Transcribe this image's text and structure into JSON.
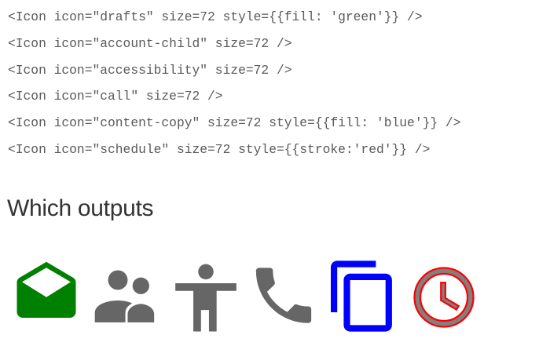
{
  "code_lines": [
    "<Icon icon=\"drafts\" size=72 style={{fill: 'green'}} />",
    "<Icon icon=\"account-child\" size=72 />",
    "<Icon icon=\"accessibility\" size=72 />",
    "<Icon icon=\"call\" size=72 />",
    "<Icon icon=\"content-copy\" size=72 style={{fill: 'blue'}} />",
    "<Icon icon=\"schedule\" size=72 style={{stroke:'red'}} />"
  ],
  "heading": "Which outputs",
  "icons": [
    {
      "name": "drafts",
      "fill": "#008000"
    },
    {
      "name": "account-child",
      "fill": "#666666"
    },
    {
      "name": "accessibility",
      "fill": "#666666"
    },
    {
      "name": "call",
      "fill": "#666666"
    },
    {
      "name": "content-copy",
      "fill": "#0000ff"
    },
    {
      "name": "schedule",
      "fill": "#666666",
      "stroke": "#ff0000"
    }
  ]
}
